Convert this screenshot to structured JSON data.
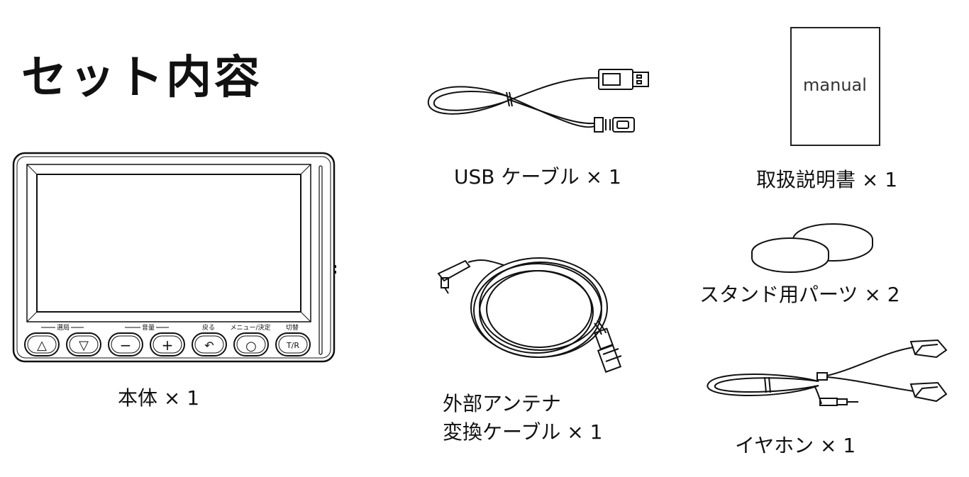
{
  "title": "セット内容",
  "items": {
    "unit": {
      "caption": "本体 × 1"
    },
    "usb": {
      "caption": "USB ケーブル × 1"
    },
    "manual": {
      "caption": "取扱説明書 × 1",
      "cover_text": "manual"
    },
    "antenna": {
      "caption_line1": "外部アンテナ",
      "caption_line2": "変換ケーブル × 1"
    },
    "stand": {
      "caption": "スタンド用パーツ × 2"
    },
    "earphones": {
      "caption": "イヤホン × 1"
    }
  },
  "device_panel": {
    "group_labels": {
      "channel": "選局",
      "volume": "音量",
      "back": "戻る",
      "menu": "メニュー/決定",
      "switch": "切替"
    },
    "buttons": [
      {
        "name": "channel-up",
        "glyph": "△"
      },
      {
        "name": "channel-down",
        "glyph": "▽"
      },
      {
        "name": "volume-down",
        "glyph": "−"
      },
      {
        "name": "volume-up",
        "glyph": "+"
      },
      {
        "name": "back",
        "glyph": "↶"
      },
      {
        "name": "menu-ok",
        "glyph": "○"
      },
      {
        "name": "switch",
        "glyph": "T/R"
      }
    ]
  }
}
